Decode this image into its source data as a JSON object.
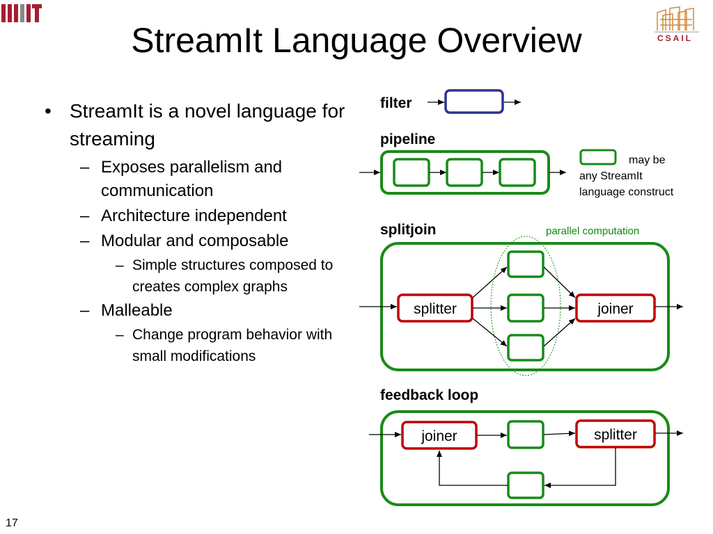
{
  "title": "StreamIt Language Overview",
  "slide_number": "17",
  "logos": {
    "left_icon": "mit-logo-icon",
    "right_icon": "csail-logo-icon",
    "right_text": "CSAIL"
  },
  "bullets": {
    "b1": "StreamIt is a novel language for streaming",
    "s1": "Exposes parallelism and communication",
    "s2": "Architecture independent",
    "s3": "Modular and composable",
    "s3a": "Simple structures composed to creates complex graphs",
    "s4": "Malleable",
    "s4a": "Change program behavior with small modifications"
  },
  "diagram": {
    "filter_label": "filter",
    "pipeline_label": "pipeline",
    "note_line1": "may be",
    "note_line2": "any StreamIt",
    "note_line3": "language construct",
    "splitjoin_label": "splitjoin",
    "parallel_note": "parallel computation",
    "sj_splitter": "splitter",
    "sj_joiner": "joiner",
    "feedback_label": "feedback loop",
    "fb_joiner": "joiner",
    "fb_splitter": "splitter",
    "colors": {
      "filter": "#2e3192",
      "container": "#1a8a1a",
      "split_join": "#c00000"
    }
  }
}
